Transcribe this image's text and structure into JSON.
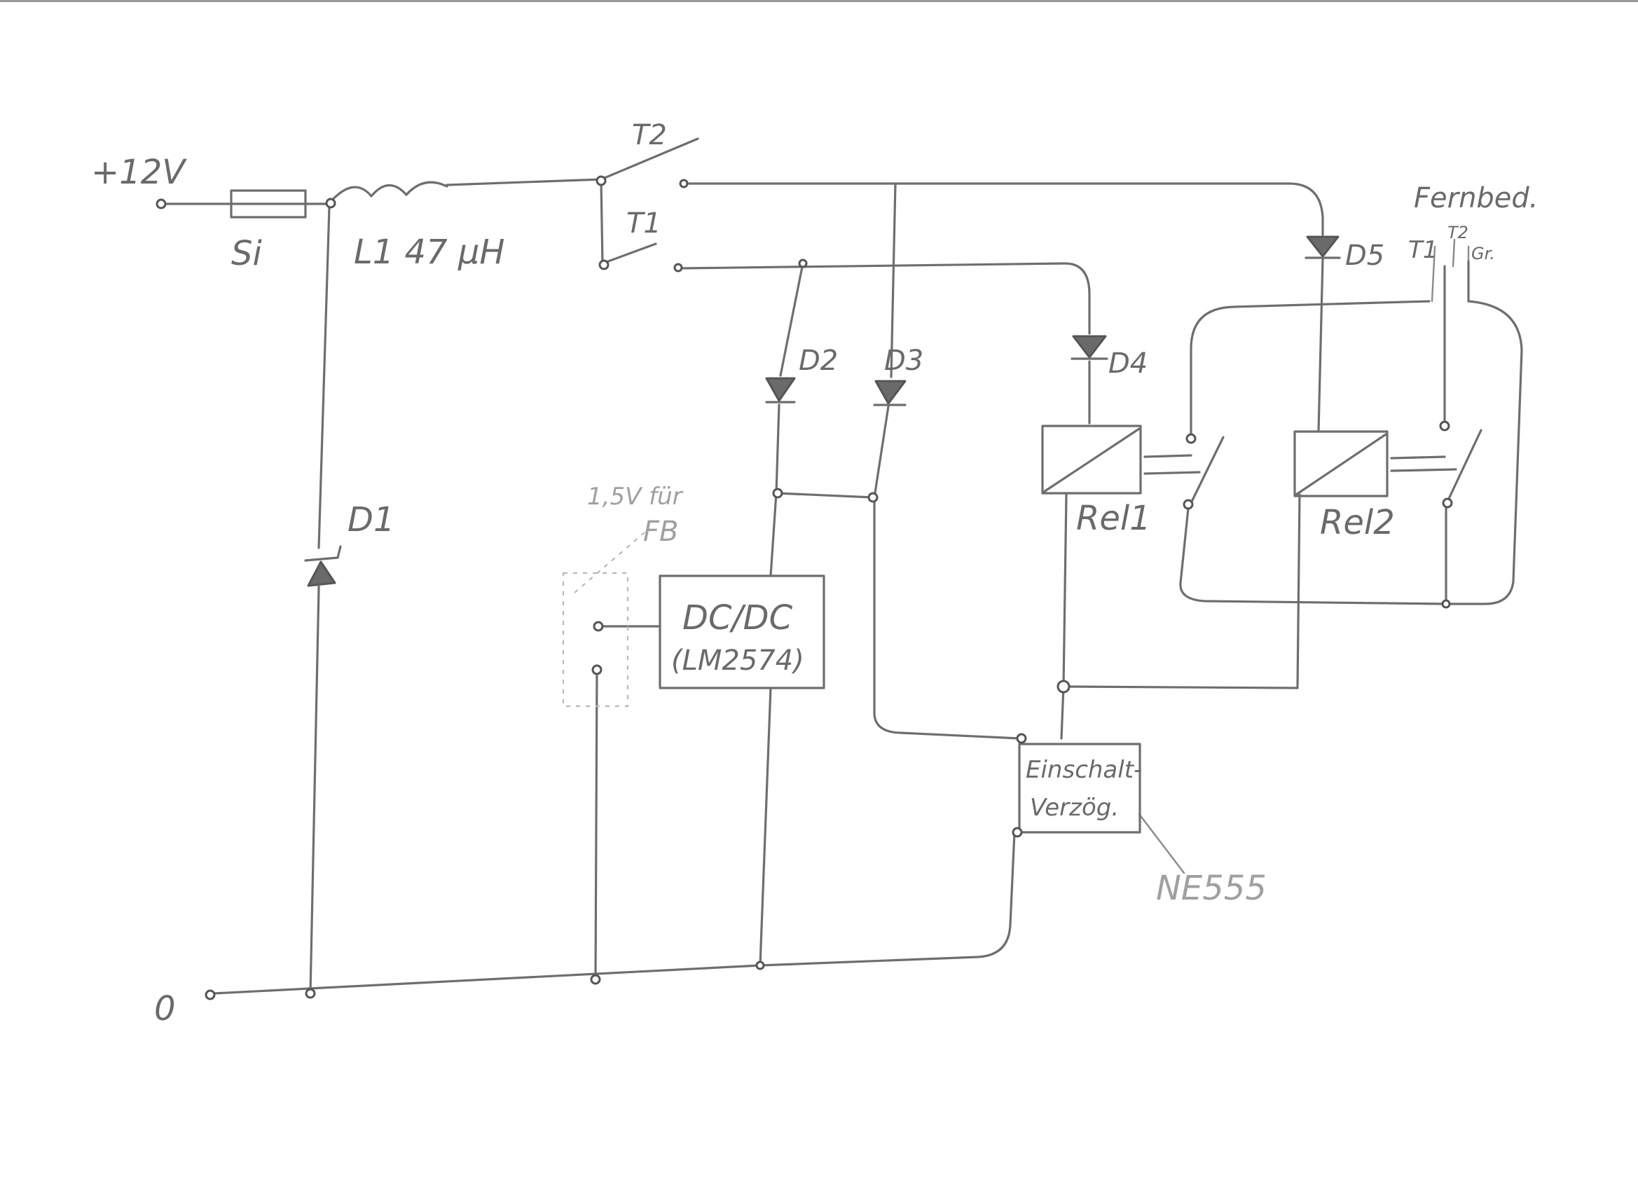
{
  "labels": {
    "supply_plus": "+12V",
    "fuse": "Si",
    "inductor": "L1 47 µH",
    "switch_t2": "T2",
    "switch_t1": "T1",
    "diode_d1": "D1",
    "diode_d2": "D2",
    "diode_d3": "D3",
    "diode_d4": "D4",
    "diode_d5": "D5",
    "remote": "Fernbed.",
    "remote_t1": "T1",
    "remote_t2": "T2",
    "remote_gr": "Gr.",
    "relay1": "Rel1",
    "relay2": "Rel2",
    "fb_note_line1": "1,5V für",
    "fb_note_line2": "FB",
    "dcdc_line1": "DC/DC",
    "dcdc_line2": "(LM2574)",
    "delay_line1": "Einschalt-",
    "delay_line2": "Verzög.",
    "ne555": "NE555",
    "ground": "0"
  },
  "colors": {
    "ink": "#6e6e6e",
    "ink_light": "#8a8a8a",
    "ink_faint": "#b8b8b8",
    "paper": "#ffffff"
  }
}
